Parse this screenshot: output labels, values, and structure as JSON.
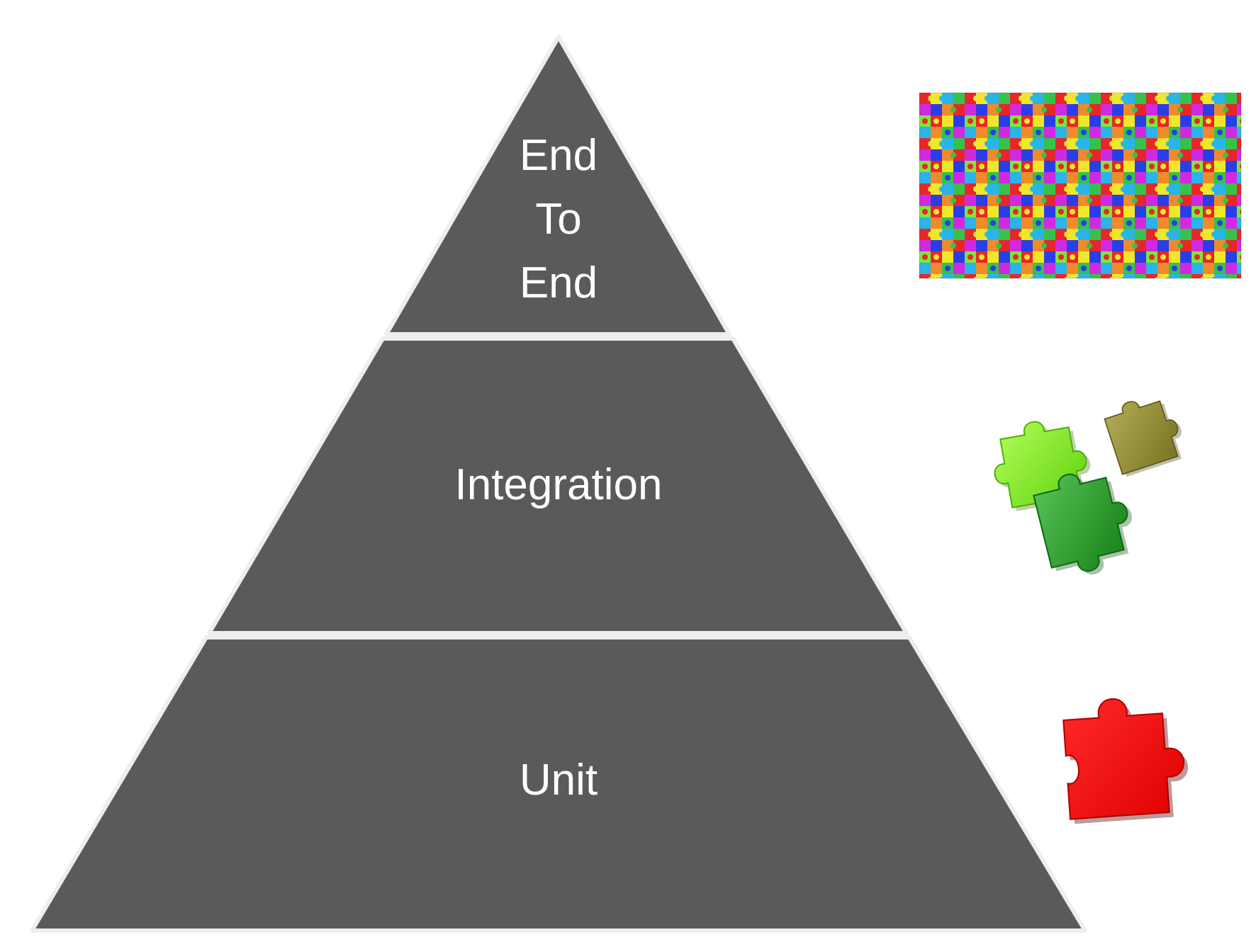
{
  "pyramid": {
    "fill_color": "#5a5a5a",
    "outline_color": "#eeeeee",
    "label_color": "#ffffff",
    "tiers": [
      {
        "id": "top",
        "label_lines": [
          "End",
          "To",
          "End"
        ]
      },
      {
        "id": "middle",
        "label_lines": [
          "Integration"
        ]
      },
      {
        "id": "bottom",
        "label_lines": [
          "Unit"
        ]
      }
    ]
  },
  "illustrations": [
    {
      "tier": "top",
      "icon": "many-puzzle-pieces-icon",
      "colors": [
        "#e8262a",
        "#f0e62a",
        "#2ab4e8",
        "#2a3ee8",
        "#36c24a",
        "#f08a2a",
        "#d02ae0",
        "#7ae83a"
      ]
    },
    {
      "tier": "middle",
      "icon": "three-puzzle-pieces-icon",
      "colors": [
        "#86ee2e",
        "#8f8a34",
        "#2f9e2f"
      ]
    },
    {
      "tier": "bottom",
      "icon": "single-puzzle-piece-icon",
      "colors": [
        "#ff0000"
      ]
    }
  ]
}
